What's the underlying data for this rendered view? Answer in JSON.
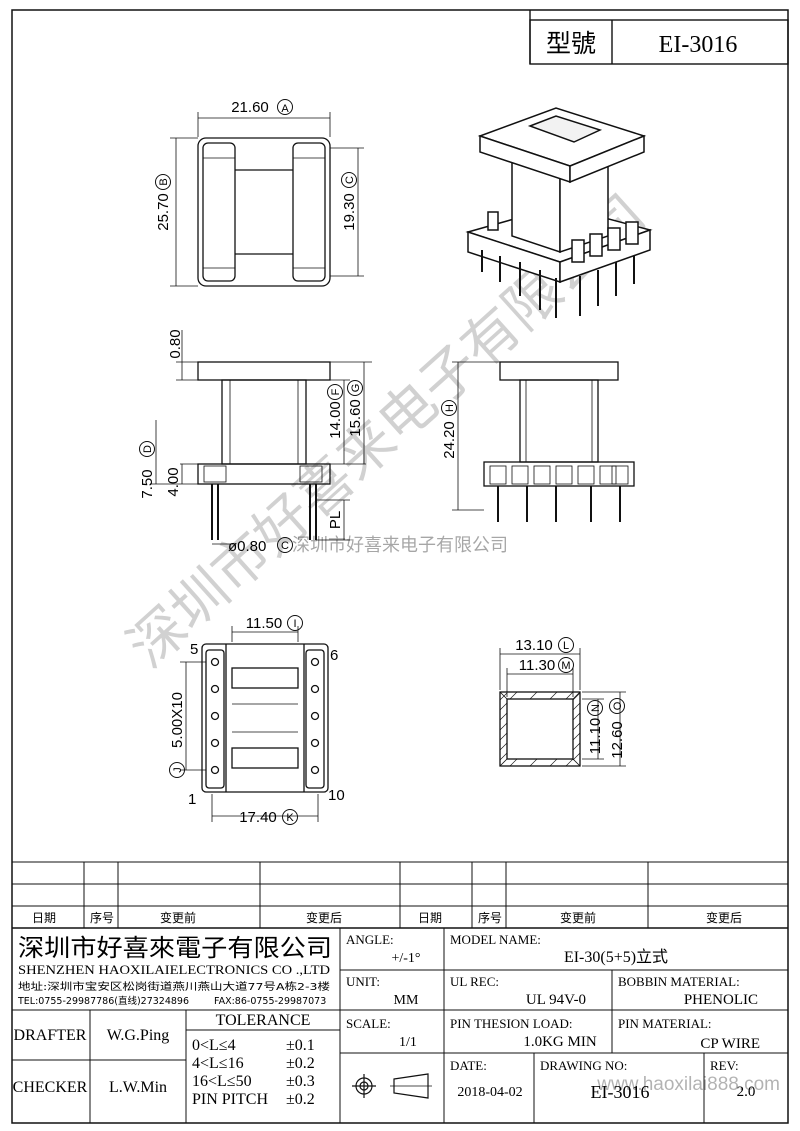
{
  "title_block": {
    "model_label": "型號",
    "model_value": "EI-3016"
  },
  "dimensions": {
    "A": "21.60",
    "A_tag": "A",
    "B": "25.70",
    "B_tag": "B",
    "C": "19.30",
    "C_tag": "C",
    "D": "7.50",
    "D_tag": "D",
    "E": "4.00",
    "F": "14.00",
    "F_tag": "F",
    "G": "15.60",
    "G_tag": "G",
    "H": "24.20",
    "H_tag": "H",
    "top_gap": "0.80",
    "pin_dia": "ø0.80",
    "pin_dia_tag": "C",
    "PL": "PL",
    "I": "11.50",
    "I_tag": "I",
    "J": "5.00X10",
    "J_tag": "J",
    "K": "17.40",
    "K_tag": "K",
    "L": "13.10",
    "L_tag": "L",
    "M": "11.30",
    "M_tag": "M",
    "N": "11.10",
    "N_tag": "N",
    "O": "12.60",
    "O_tag": "O",
    "pin5": "5",
    "pin6": "6",
    "pin1": "1",
    "pin10": "10"
  },
  "watermark": {
    "company_cn": "深圳市好喜来电子有限公司",
    "company_cn_small": "深圳市好喜来电子有限公司"
  },
  "revision_table": {
    "headers": [
      "日期",
      "序号",
      "变更前",
      "变更后",
      "日期",
      "序号",
      "变更前",
      "变更后"
    ]
  },
  "company": {
    "name_cn": "深圳市好喜來電子有限公司",
    "name_en": "SHENZHEN HAOXILAIELECTRONICS CO .,LTD",
    "address": "地址:深圳市宝安区松岗街道燕川燕山大道77号A栋2-3楼",
    "tel": "TEL:0755-29987786(直线)27324896",
    "fax": "FAX:86-0755-29987073"
  },
  "signoff": {
    "drafter_label": "DRAFTER",
    "drafter": "W.G.Ping",
    "checker_label": "CHECKER",
    "checker": "L.W.Min"
  },
  "tolerance": {
    "title": "TOLERANCE",
    "rows": [
      {
        "range": "0<L≤4",
        "value": "±0.1"
      },
      {
        "range": "4<L≤16",
        "value": "±0.2"
      },
      {
        "range": "16<L≤50",
        "value": "±0.3"
      },
      {
        "range": "PIN PITCH",
        "value": "±0.2"
      }
    ]
  },
  "specs": {
    "angle_label": "ANGLE:",
    "angle": "+/-1°",
    "unit_label": "UNIT:",
    "unit": "MM",
    "scale_label": "SCALE:",
    "scale": "1/1",
    "model_name_label": "MODEL NAME:",
    "model_name": "EI-30(5+5)立式",
    "ul_label": "UL REC:",
    "ul": "UL 94V-0",
    "bobbin_label": "BOBBIN MATERIAL:",
    "bobbin": "PHENOLIC",
    "pin_load_label": "PIN THESION LOAD:",
    "pin_load": "1.0KG MIN",
    "pin_mat_label": "PIN MATERIAL:",
    "pin_mat": "CP  WIRE",
    "date_label": "DATE:",
    "date": "2018-04-02",
    "drawing_label": "DRAWING NO:",
    "drawing": "EI-3016",
    "rev_label": "REV:",
    "rev": "2.0",
    "url": "www.haoxilai888.com"
  }
}
